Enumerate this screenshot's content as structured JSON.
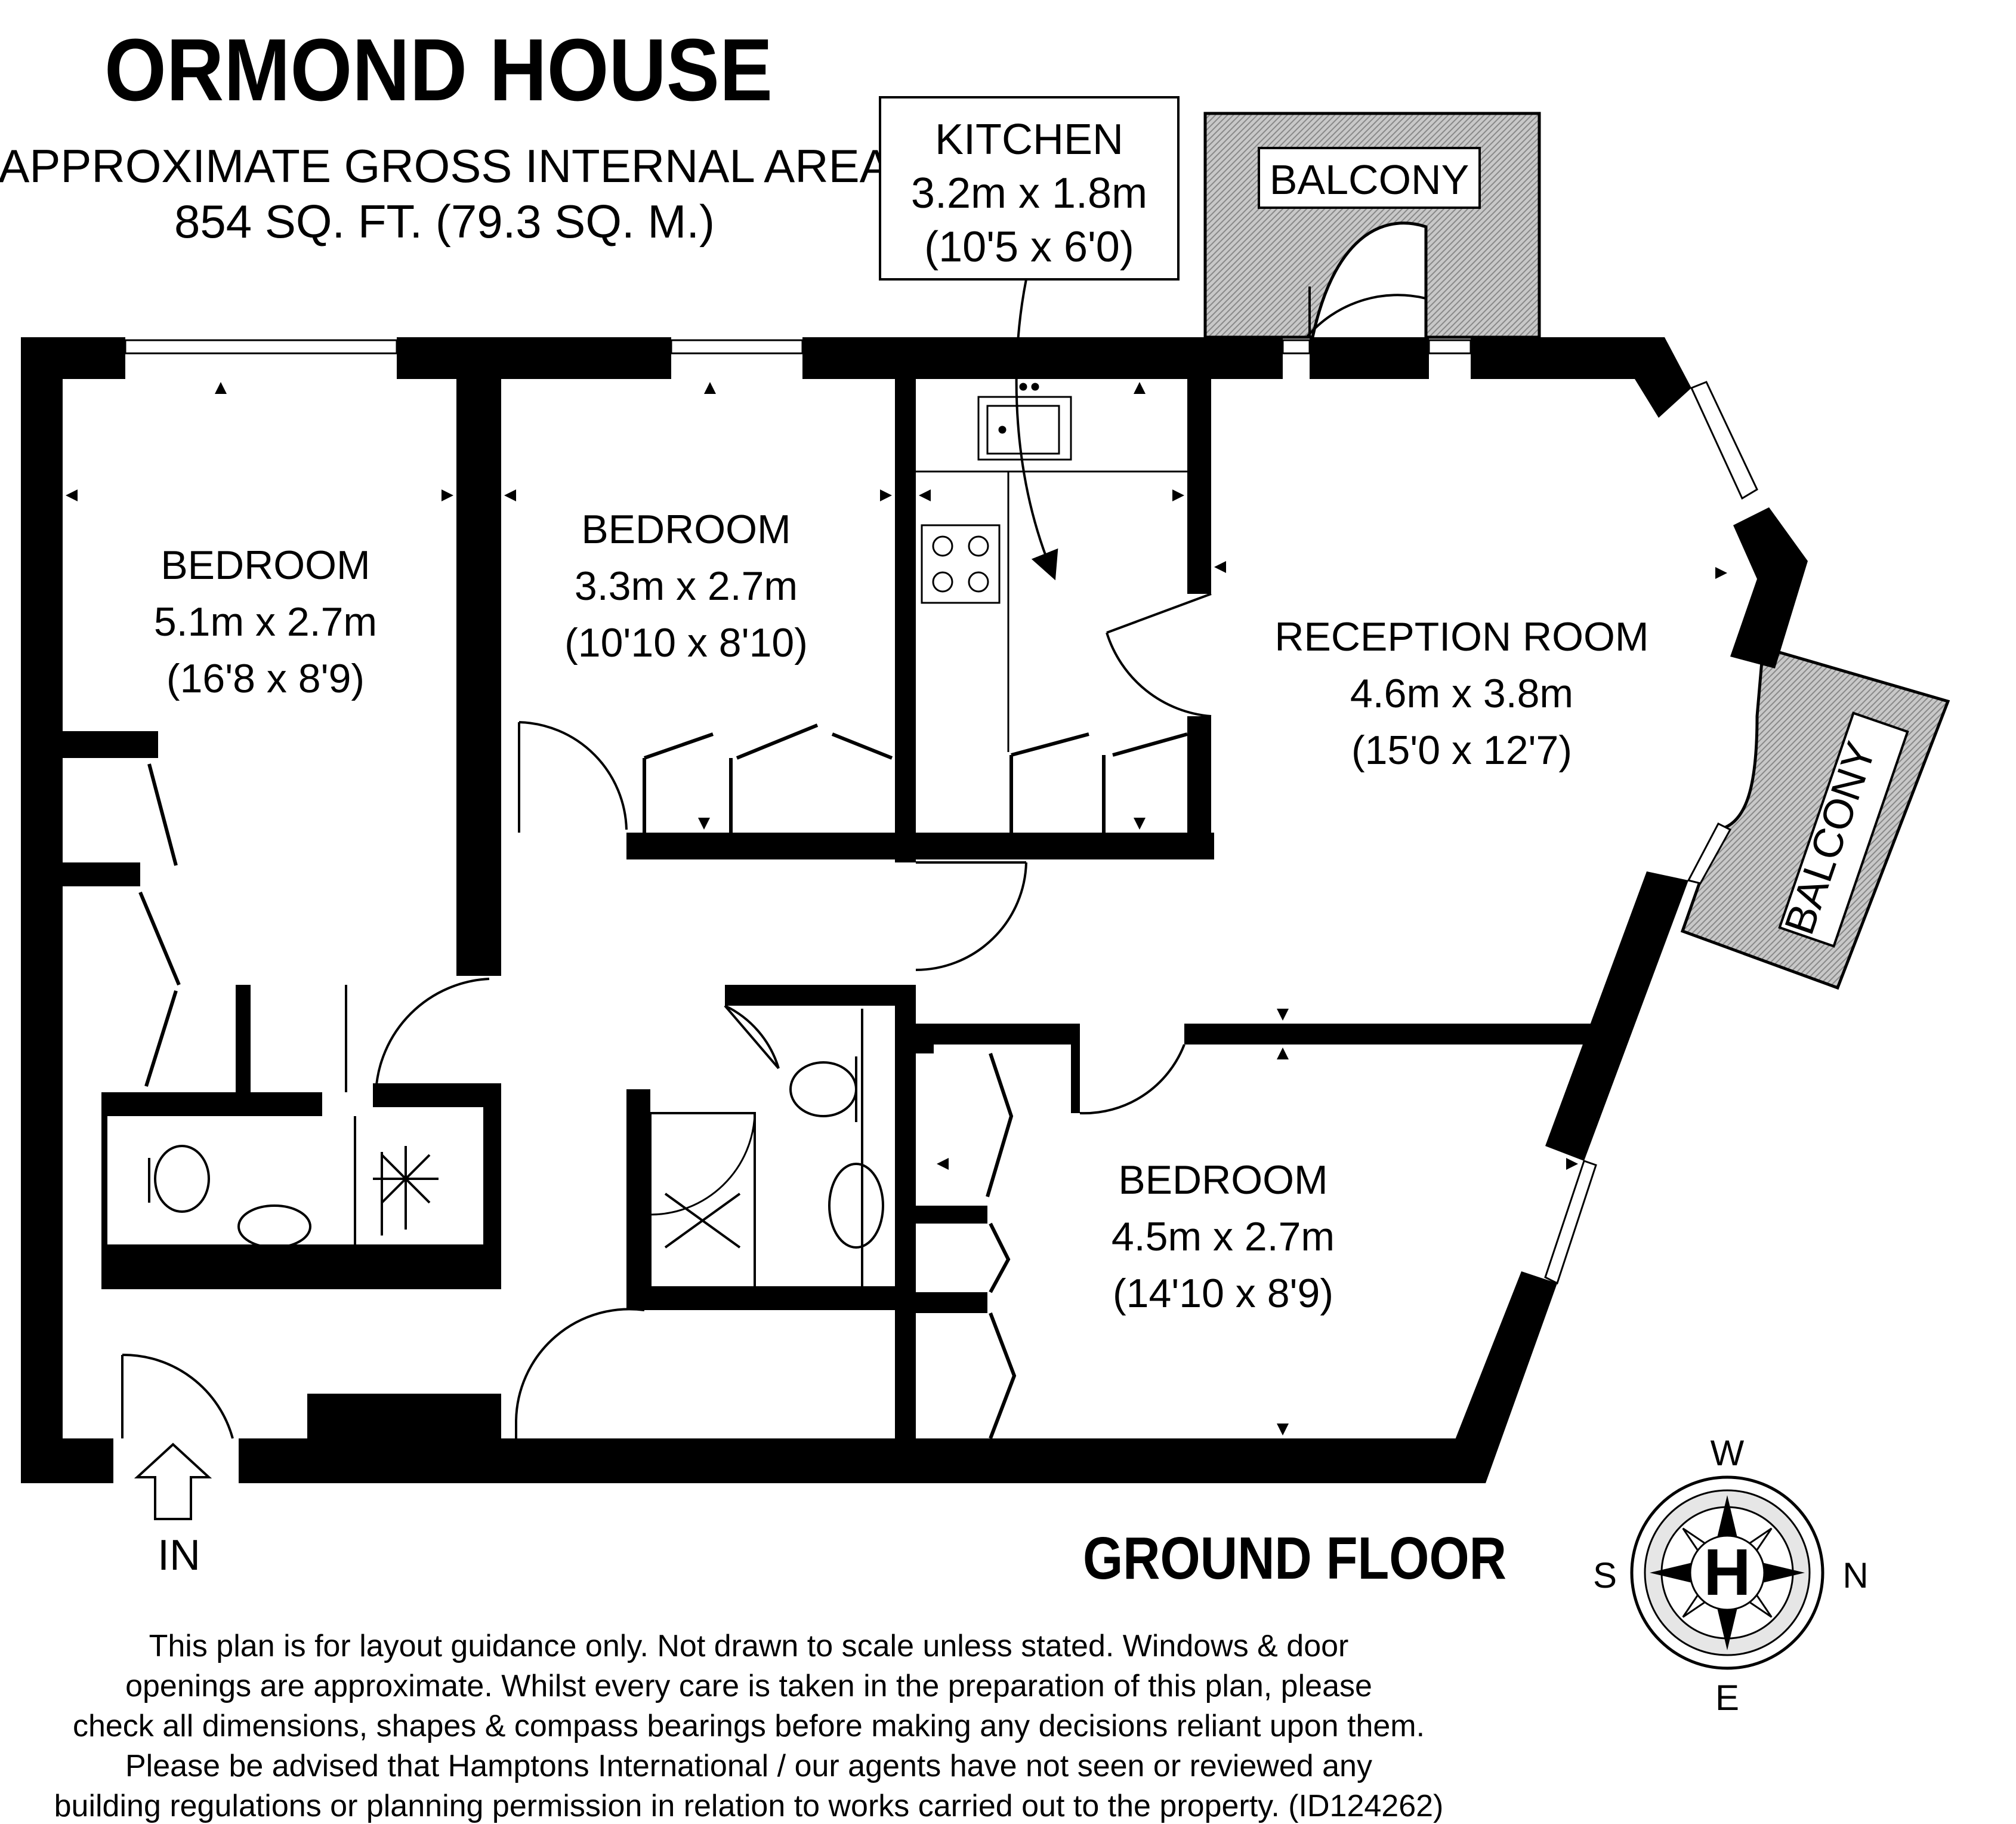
{
  "property": {
    "name": "ORMOND HOUSE",
    "area_label": "APPROXIMATE GROSS INTERNAL AREA",
    "area_value": "854 SQ. FT. (79.3 SQ. M.)"
  },
  "kitchen_box": {
    "name": "KITCHEN",
    "metric": "3.2m x 1.8m",
    "imperial": "(10'5 x 6'0)"
  },
  "rooms": {
    "bedroom1": {
      "name": "BEDROOM",
      "metric": "5.1m x 2.7m",
      "imperial": "(16'8 x 8'9)"
    },
    "bedroom2": {
      "name": "BEDROOM",
      "metric": "3.3m x 2.7m",
      "imperial": "(10'10 x 8'10)"
    },
    "reception": {
      "name": "RECEPTION ROOM",
      "metric": "4.6m x 3.8m",
      "imperial": "(15'0 x 12'7)"
    },
    "bedroom3": {
      "name": "BEDROOM",
      "metric": "4.5m x 2.7m",
      "imperial": "(14'10 x 8'9)"
    }
  },
  "balconies": {
    "top": "BALCONY",
    "right": "BALCONY"
  },
  "entrance": "IN",
  "floor_label": "GROUND FLOOR",
  "compass": {
    "north": "N",
    "south": "S",
    "east": "E",
    "west": "W",
    "logo": "H"
  },
  "disclaimer": [
    "This plan is for layout guidance only. Not drawn to scale unless stated. Windows & door",
    "openings are approximate. Whilst every care is taken in the preparation of this plan, please",
    "check all dimensions, shapes & compass bearings before making any decisions reliant upon them.",
    "Please be advised that Hamptons International / our agents have not seen or reviewed any",
    "building regulations or planning permission in relation to works carried out to the property. (ID124262)"
  ],
  "colors": {
    "wall": "#000000",
    "balcony_fill": "#bdbdbd",
    "background": "#ffffff"
  }
}
